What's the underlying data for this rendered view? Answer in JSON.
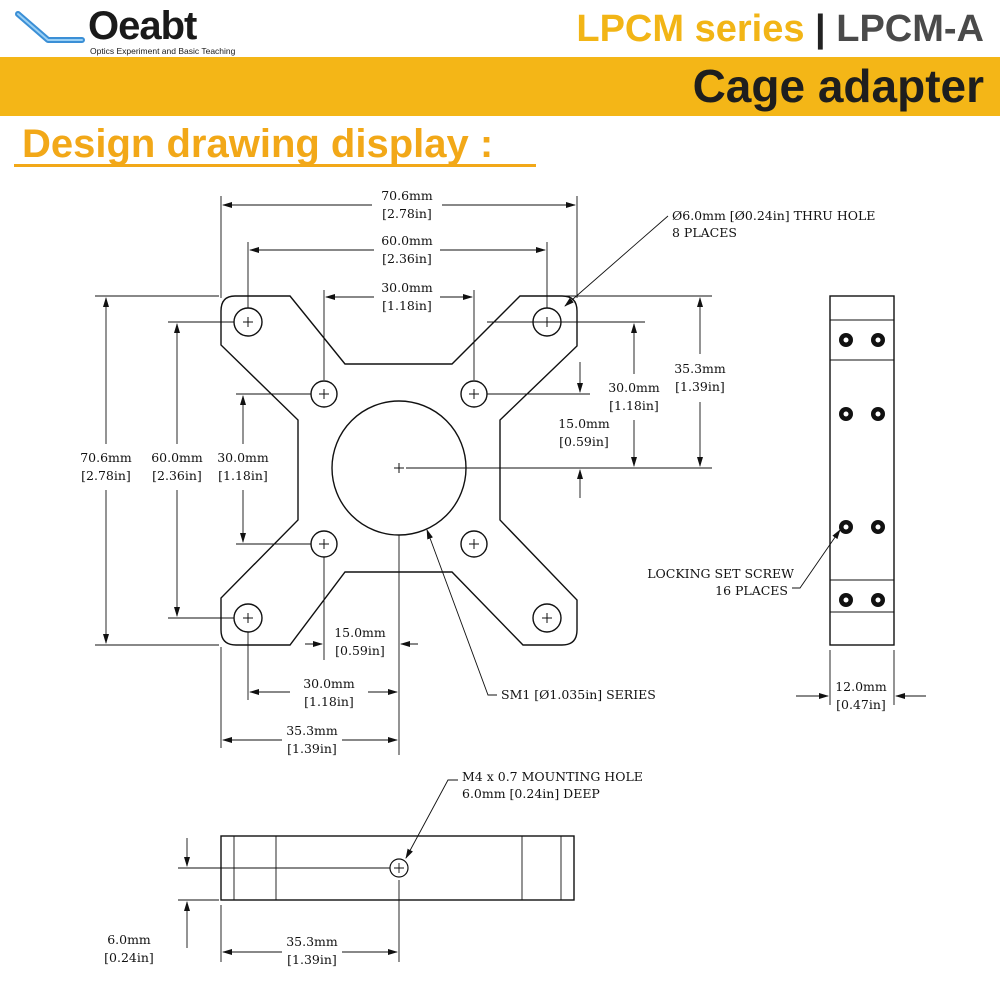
{
  "header": {
    "brand": "Oeabt",
    "tagline": "Optics Experiment and Basic Teaching",
    "series_label": "LPCM series",
    "separator": "|",
    "model": "LPCM-A",
    "product": "Cage adapter",
    "section": "Design drawing display :"
  },
  "colors": {
    "accent": "#f4b617",
    "section": "#f2a818",
    "ink": "#111111"
  },
  "dims": {
    "top_outer_mm": "70.6mm",
    "top_outer_in": "[2.78in]",
    "top_mid_mm": "60.0mm",
    "top_mid_in": "[2.36in]",
    "top_inner_mm": "30.0mm",
    "top_inner_in": "[1.18in]",
    "left_outer_mm": "70.6mm",
    "left_outer_in": "[2.78in]",
    "left_mid_mm": "60.0mm",
    "left_mid_in": "[2.36in]",
    "left_inner_mm": "30.0mm",
    "left_inner_in": "[1.18in]",
    "right_half_mm": "35.3mm",
    "right_half_in": "[1.39in]",
    "right_inner_mm": "30.0mm",
    "right_inner_in": "[1.18in]",
    "right_small_mm": "15.0mm",
    "right_small_in": "[0.59in]",
    "bot_small_mm": "15.0mm",
    "bot_small_in": "[0.59in]",
    "bot_inner_mm": "30.0mm",
    "bot_inner_in": "[1.18in]",
    "bot_half_mm": "35.3mm",
    "bot_half_in": "[1.39in]",
    "side_width_mm": "12.0mm",
    "side_width_in": "[0.47in]",
    "front_height_mm": "6.0mm",
    "front_height_in": "[0.24in]",
    "front_half_mm": "35.3mm",
    "front_half_in": "[1.39in]"
  },
  "notes": {
    "thru_hole_1": "Ø6.0mm [Ø0.24in] THRU HOLE",
    "thru_hole_2": "8 PLACES",
    "set_screw_1": "LOCKING SET SCREW",
    "set_screw_2": "16 PLACES",
    "sm1": "SM1 [Ø1.035in] SERIES",
    "mount_1": "M4 x 0.7 MOUNTING HOLE",
    "mount_2": "6.0mm [0.24in] DEEP"
  }
}
